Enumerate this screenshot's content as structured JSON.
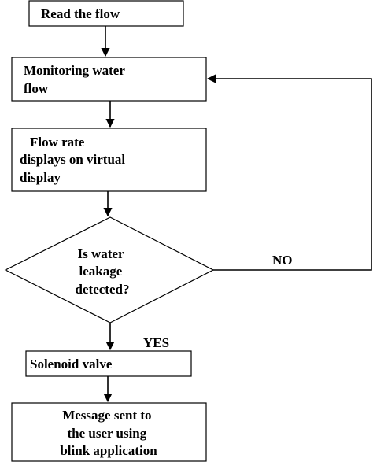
{
  "flowchart": {
    "steps": {
      "read_flow": {
        "lines": [
          "Read the flow"
        ]
      },
      "monitoring": {
        "lines": [
          "Monitoring water",
          "flow"
        ]
      },
      "flow_rate": {
        "lines": [
          "Flow rate",
          "displays on virtual",
          "display"
        ]
      },
      "decision": {
        "lines": [
          "Is water",
          "leakage",
          "detected?"
        ]
      },
      "solenoid": {
        "lines": [
          "Solenoid valve"
        ]
      },
      "message": {
        "lines": [
          "Message sent to",
          "the user using",
          "blink application"
        ]
      }
    },
    "branch_labels": {
      "no": "NO",
      "yes": "YES"
    }
  },
  "colors": {
    "stroke": "#000000",
    "background": "#ffffff"
  }
}
